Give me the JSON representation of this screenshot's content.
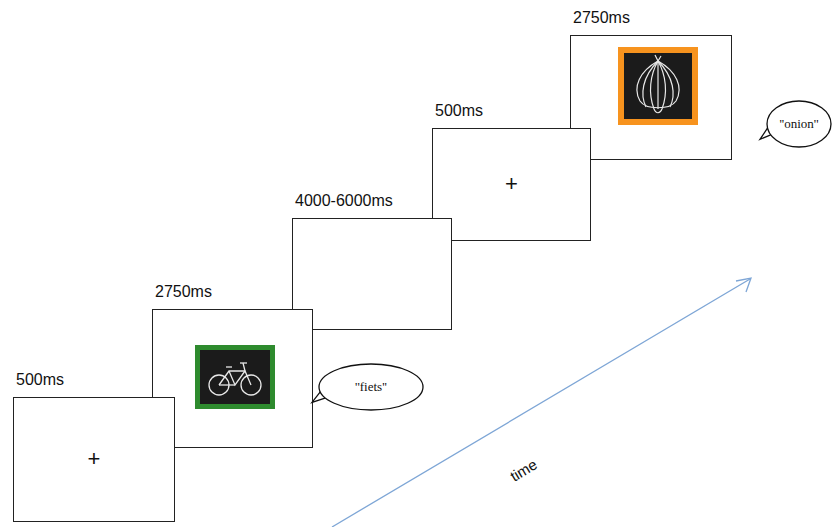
{
  "diagram": {
    "nodes": [
      {
        "text": [
          "500ms",
          "+"
        ]
      },
      {
        "text": [
          "2750ms"
        ]
      },
      {
        "text": [
          "''fiets''"
        ]
      },
      {
        "text": [
          "4000-6000ms"
        ]
      },
      {
        "text": [
          "500ms",
          "+"
        ]
      },
      {
        "text": [
          "2750ms"
        ]
      },
      {
        "text": [
          "''onion''"
        ]
      }
    ],
    "labels": [
      "time"
    ]
  }
}
